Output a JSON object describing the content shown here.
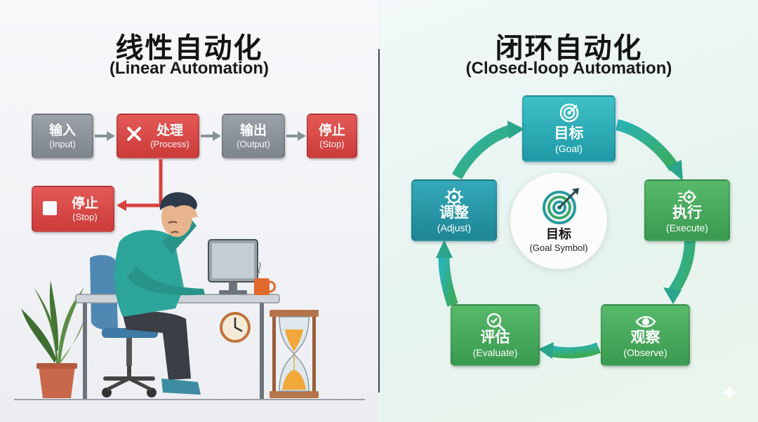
{
  "left": {
    "title": "线性自动化",
    "subtitle": "(Linear Automation)",
    "steps": [
      {
        "zh": "输入",
        "en": "(Input)"
      },
      {
        "zh": "处理",
        "en": "(Process)"
      },
      {
        "zh": "输出",
        "en": "(Output)"
      },
      {
        "zh": "停止",
        "en": "(Stop)"
      }
    ],
    "branch_stop": {
      "zh": "停止",
      "en": "(Stop)"
    }
  },
  "right": {
    "title": "闭环自动化",
    "subtitle": "(Closed-loop Automation)",
    "nodes": [
      {
        "zh": "目标",
        "en": "(Goal)",
        "icon": "target-icon"
      },
      {
        "zh": "执行",
        "en": "(Execute)",
        "icon": "gears-icon"
      },
      {
        "zh": "观察",
        "en": "(Observe)",
        "icon": "eye-icon"
      },
      {
        "zh": "评估",
        "en": "(Evaluate)",
        "icon": "magnifier-check-icon"
      },
      {
        "zh": "调整",
        "en": "(Adjust)",
        "icon": "gear-icon"
      }
    ],
    "center": {
      "zh": "目标",
      "en": "(Goal Symbol)"
    }
  },
  "colors": {
    "gray_box": "#8a9199",
    "red_box": "#d84644",
    "teal_box": "#2bb0ba",
    "green_box": "#48aa5c",
    "arrow_gray": "#8b9198",
    "arrow_red": "#d6403d",
    "cycle_arrow": "#2aa58b"
  }
}
